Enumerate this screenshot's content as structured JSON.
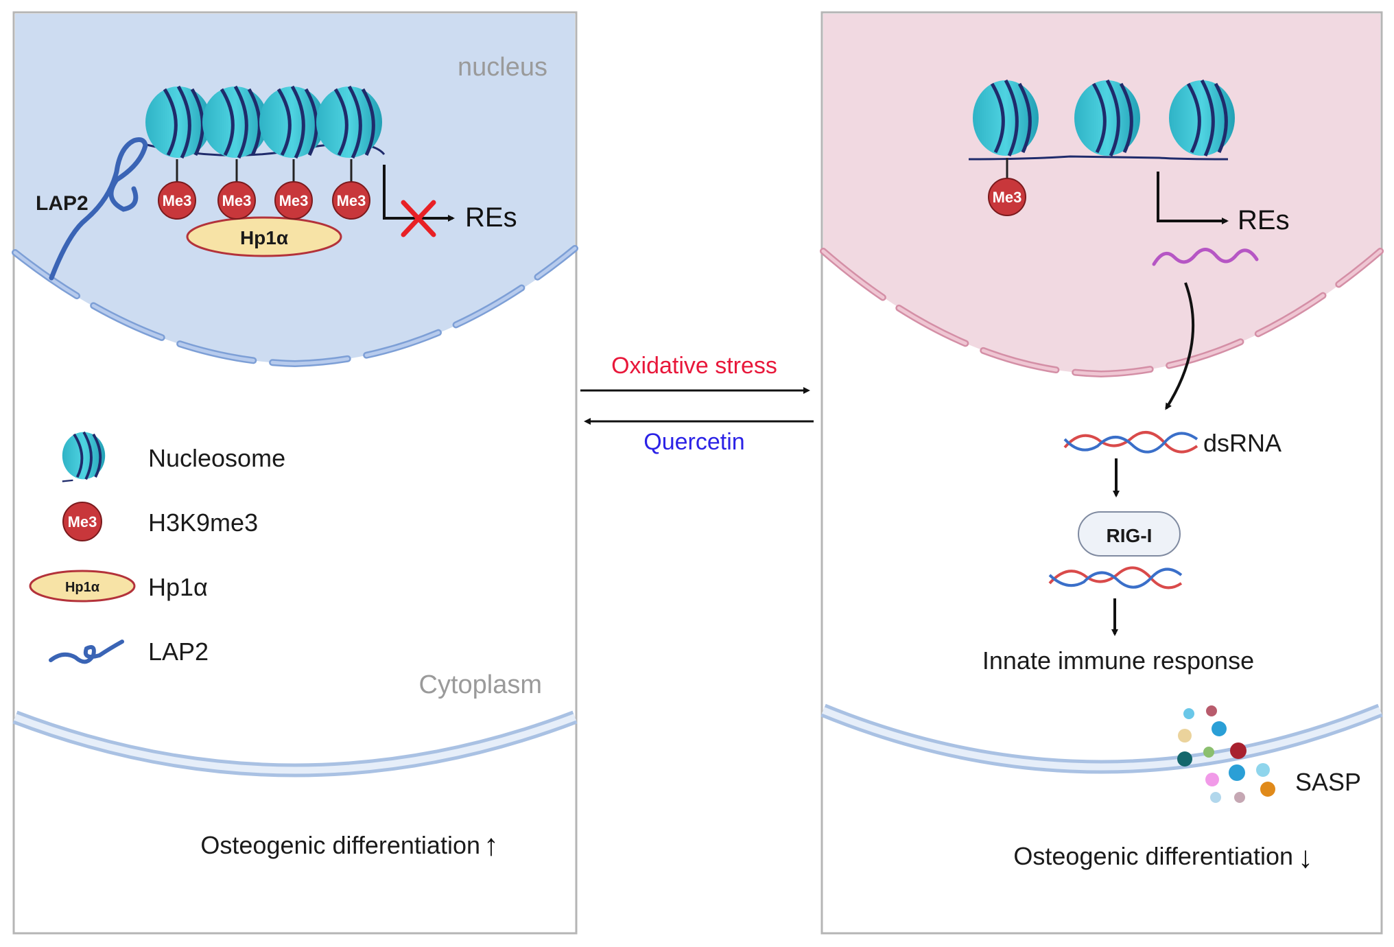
{
  "left_panel": {
    "nucleus_label": "nucleus",
    "lap2_label": "LAP2",
    "me3_label": "Me3",
    "hp1_label": "Hp1α",
    "res_label": "REs",
    "cytoplasm_label": "Cytoplasm",
    "result_text": "Osteogenic differentiation",
    "result_arrow": "↑"
  },
  "legend": {
    "items": [
      {
        "icon": "nucleosome-icon",
        "label": "Nucleosome"
      },
      {
        "icon": "h3k9me3-icon",
        "label": "H3K9me3",
        "icon_text": "Me3"
      },
      {
        "icon": "hp1a-icon",
        "label": "Hp1α",
        "icon_text": "Hp1α"
      },
      {
        "icon": "lap2-icon",
        "label": "LAP2"
      }
    ]
  },
  "middle": {
    "forward_label": "Oxidative stress",
    "forward_color": "#e8173a",
    "reverse_label": "Quercetin",
    "reverse_color": "#2b22e6"
  },
  "right_panel": {
    "me3_label": "Me3",
    "res_label": "REs",
    "dsrna_label": "dsRNA",
    "rigi_label": "RIG-I",
    "immune_label": "Innate immune response",
    "sasp_label": "SASP",
    "result_text": "Osteogenic differentiation",
    "result_arrow": "↓"
  },
  "colors": {
    "left_nucleus": "#cddcf1",
    "right_nucleus": "#f1d9e1",
    "nucleosome": "#3cc6d6",
    "dna": "#1f2b6b",
    "me3": "#c8373b",
    "hp1": "#f7e3a6",
    "lap2": "#3a64b5",
    "red_x": "#e82025"
  }
}
